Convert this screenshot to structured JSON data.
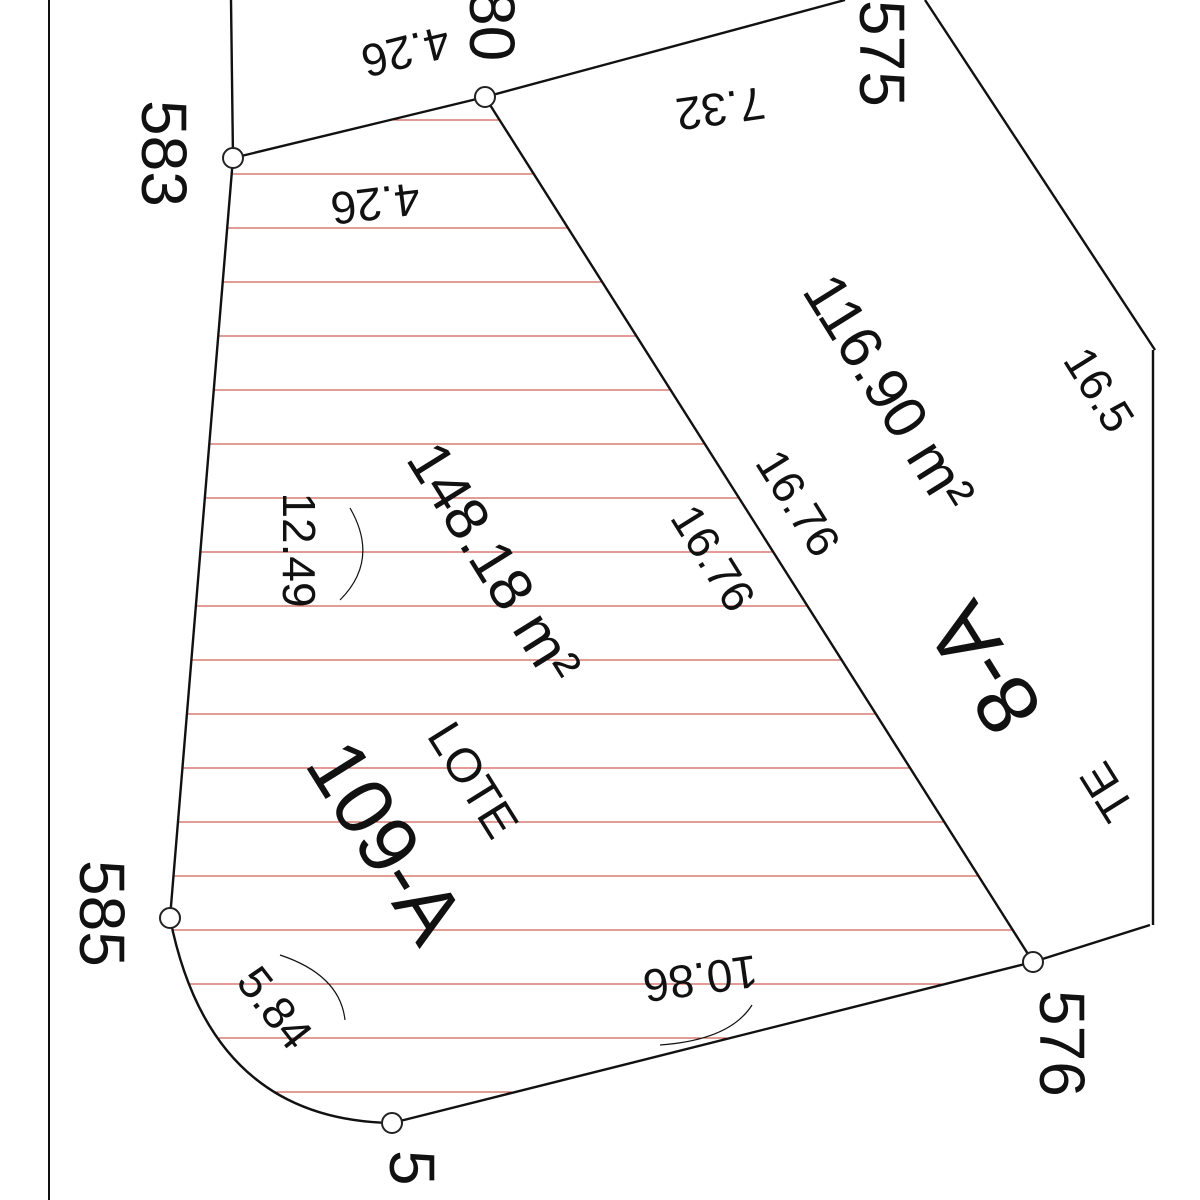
{
  "colors": {
    "hatch": "#c0392b",
    "line": "#111111",
    "background": "#ffffff"
  },
  "vertices": {
    "v583": "583",
    "v585": "585",
    "v576": "576",
    "v575": "575",
    "v580_partial": "80",
    "v5xx_partial": "5"
  },
  "measures": {
    "top_left_edge": "4.26",
    "top_inner_edge": "4.26",
    "top_right_edge": "7.32",
    "left_edge": "12.49",
    "diag_inner": "16.76",
    "diag_outer": "16.76",
    "bottom_edge": "10.86",
    "curve_edge": "5.84",
    "right_partial": "16.5"
  },
  "lot_main": {
    "label": "LOTE",
    "id": "109-A",
    "area": "148.18 m²"
  },
  "lot_adjacent": {
    "id": "8-A",
    "area": "116.90 m²",
    "partial_text": "TE"
  }
}
